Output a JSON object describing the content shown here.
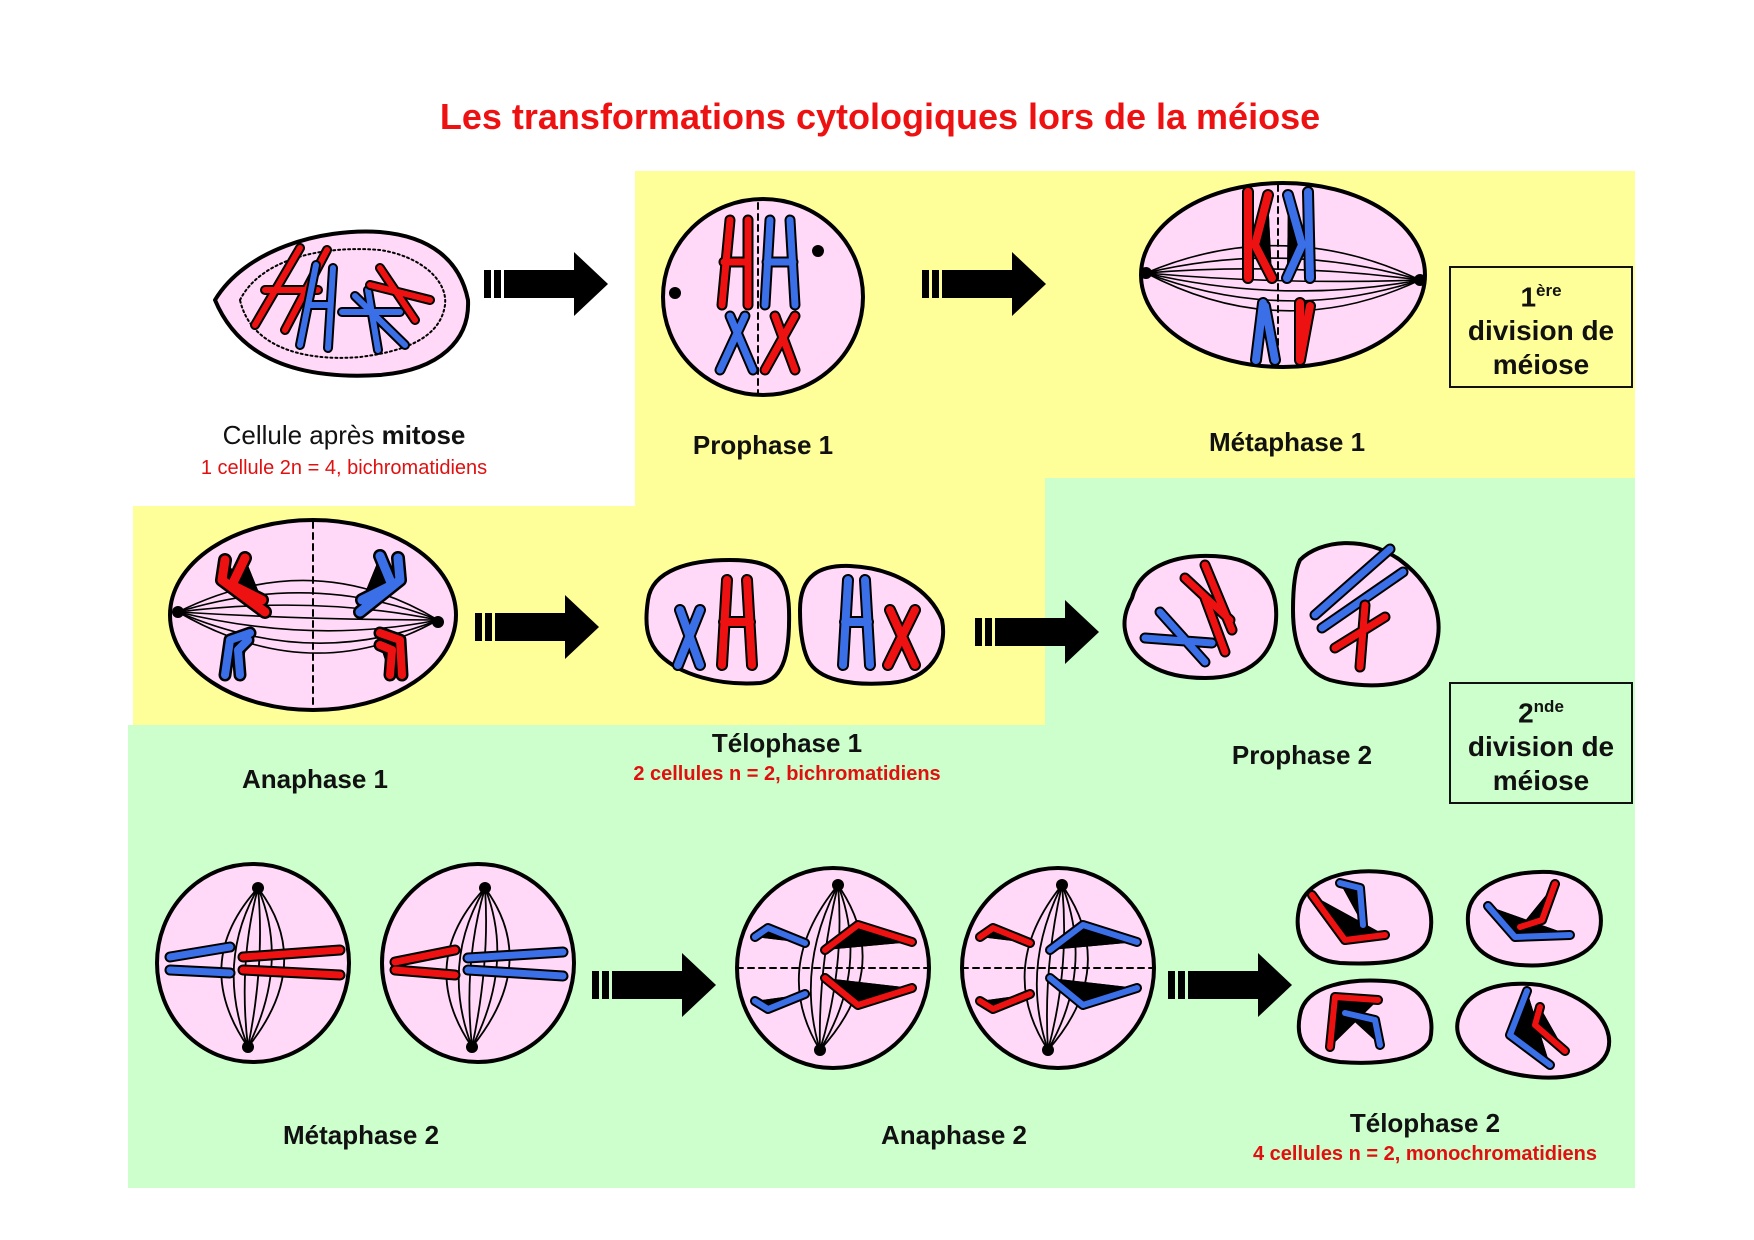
{
  "title": "Les transformations cytologiques lors de la méiose",
  "colors": {
    "title": "#ee1111",
    "division1_background": "#ffff99",
    "division2_background": "#ccffcc",
    "cell_fill": "#ffd9f7",
    "chromosome_red": "#ee1111",
    "chromosome_blue": "#3a6fe8",
    "outline": "#000000"
  },
  "stages": {
    "mitosis_cell": {
      "label_normal": "Cellule après ",
      "label_bold": "mitose",
      "subtitle": "1 cellule 2n = 4, bichromatidiens"
    },
    "prophase1": {
      "label": "Prophase 1"
    },
    "metaphase1": {
      "label": "Métaphase 1"
    },
    "anaphase1": {
      "label": "Anaphase 1"
    },
    "telophase1": {
      "label": "Télophase 1",
      "subtitle": "2 cellules n = 2, bichromatidiens"
    },
    "prophase2": {
      "label": "Prophase 2"
    },
    "metaphase2": {
      "label": "Métaphase 2"
    },
    "anaphase2": {
      "label": "Anaphase 2"
    },
    "telophase2": {
      "label": "Télophase 2",
      "subtitle": "4 cellules n = 2, monochromatidiens"
    }
  },
  "division_boxes": [
    {
      "ordinal": "1",
      "suffix": "ère",
      "line1": "division de",
      "line2": "méiose"
    },
    {
      "ordinal": "2",
      "suffix": "nde",
      "line1": "division de",
      "line2": "méiose"
    }
  ]
}
